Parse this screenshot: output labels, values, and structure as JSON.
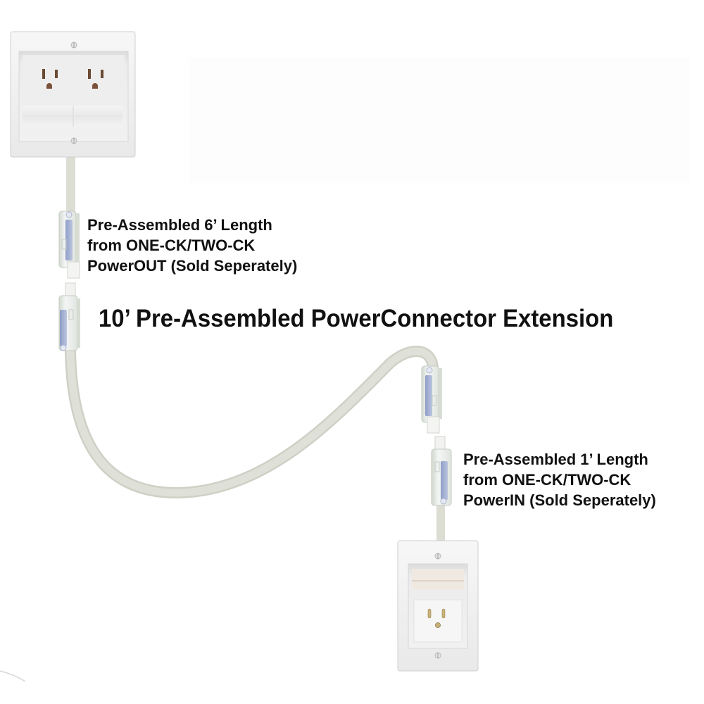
{
  "title": "10’ Pre-Assembled PowerConnector Extension",
  "labels": {
    "power_out": {
      "lines": [
        "Pre-Assembled 6’ Length",
        "from ONE-CK/TWO-CK",
        "PowerOUT (Sold Seperately)"
      ]
    },
    "power_in": {
      "lines": [
        "Pre-Assembled 1’ Length",
        "from ONE-CK/TWO-CK",
        "PowerIN (Sold Seperately)"
      ]
    }
  },
  "components": {
    "top_plate": "dual-outlet-recessed-wall-plate",
    "bottom_plate": "single-inlet-recessed-wall-plate",
    "cable": "power-connector-extension-cable",
    "connectors": [
      "connector-top-a",
      "connector-top-b",
      "connector-bottom-a",
      "connector-bottom-b"
    ]
  },
  "colors": {
    "background": "#ffffff",
    "plate": "#f2f2f2",
    "plate_recess": "#e6e6e6",
    "cable": "#dcddd3",
    "connector_blue": "#8e9dc9",
    "text": "#111111",
    "outlet_slot": "#6b4a34"
  }
}
